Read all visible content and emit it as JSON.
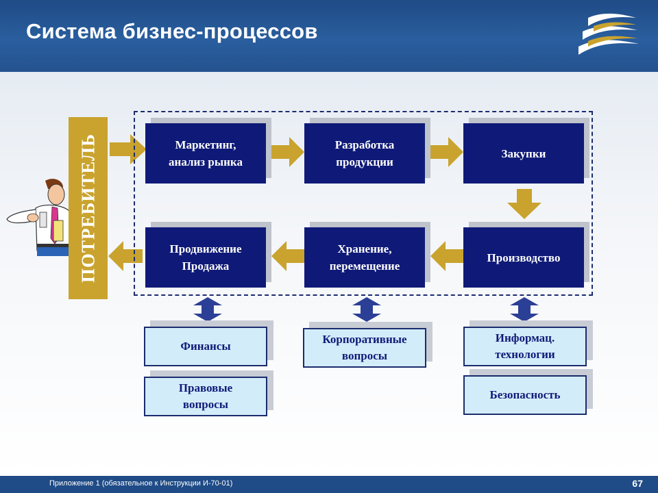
{
  "header": {
    "title": "Система бизнес-процессов"
  },
  "consumer": {
    "label": "ПОТРЕБИТЕЛЬ"
  },
  "processes": {
    "marketing": "Маркетинг,\nанализ рынка",
    "development": "Разработка\nпродукции",
    "purchasing": "Закупки",
    "production": "Производство",
    "storage": "Хранение,\nперемещение",
    "sales": "Продвижение\nПродажа"
  },
  "support": {
    "finance": "Финансы",
    "legal": "Правовые\nвопросы",
    "corporate": "Корпоративные\nвопросы",
    "it": "Информац.\nтехнологии",
    "security": "Безопасность"
  },
  "footer": {
    "note": "Приложение 1 (обязательное к Инструкции И-70-01)",
    "page": "67"
  },
  "colors": {
    "header_blue": "#1f4b86",
    "process_navy": "#0f1a78",
    "arrow_gold": "#c9a32e",
    "support_fill": "#d3ecf9",
    "link_arrow": "#2c3f96"
  }
}
